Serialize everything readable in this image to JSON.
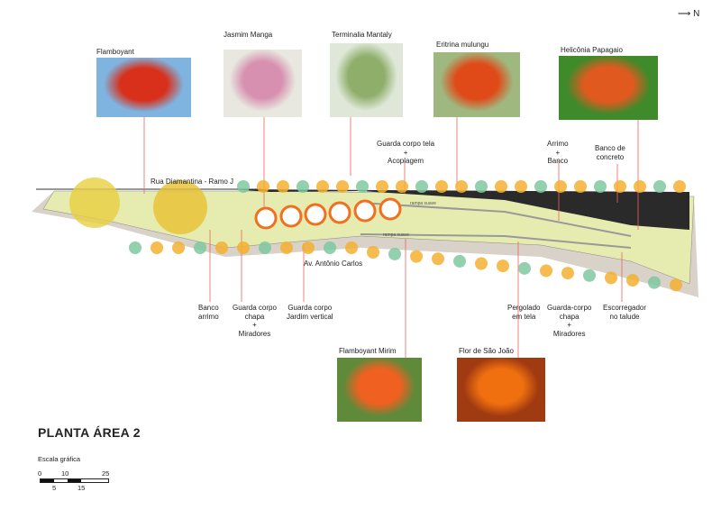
{
  "title": "PLANTA ÁREA 2",
  "north": {
    "label": "N",
    "icon": "north-arrow-icon"
  },
  "scale": {
    "label": "Escala gráfica",
    "ticks_top": [
      "0",
      "10",
      "25"
    ],
    "ticks_bottom": [
      "5",
      "15"
    ]
  },
  "streets": {
    "top": "Rua Diamantina - Ramo J",
    "bottom": "Av. Antônio Carlos"
  },
  "photos": [
    {
      "name": "Flamboyant",
      "color": "#d8301a",
      "bg": "#7fb4e0"
    },
    {
      "name": "Jasmim Manga",
      "color": "#d890b0",
      "bg": "#e8e8e0"
    },
    {
      "name": "Terminalia Mantaly",
      "color": "#8fae6a",
      "bg": "#dfe8d8"
    },
    {
      "name": "Eritrina mulungu",
      "color": "#e04a18",
      "bg": "#9fb880"
    },
    {
      "name": "Helicônia Papagaio",
      "color": "#e05a20",
      "bg": "#3f8a2a"
    },
    {
      "name": "Flamboyant Mirim",
      "color": "#f06020",
      "bg": "#5f8a3a"
    },
    {
      "name": "Flor de São João",
      "color": "#f07010",
      "bg": "#a03a10"
    }
  ],
  "annotations": {
    "guarda_tela": [
      "Guarda corpo tela",
      "+",
      "Acoplagem"
    ],
    "arrimo_banco": [
      "Arrimo",
      "+",
      "Banco"
    ],
    "banco_concreto": [
      "Banco de",
      "concreto"
    ],
    "banco_arrimo": [
      "Banco",
      "arrimo"
    ],
    "guarda_chapa": [
      "Guarda corpo",
      "chapa",
      "+",
      "Miradores"
    ],
    "guarda_jardim": [
      "Guarda corpo",
      "Jardim vertical"
    ],
    "pergolado": [
      "Pergolado",
      "em tela"
    ],
    "guarda_chapa2": [
      "Guarda-corpo",
      "chapa",
      "+",
      "Miradores"
    ],
    "escorregador": [
      "Escorregador",
      "no talude"
    ]
  },
  "path_labels": [
    "rampa suave",
    "rampa suave"
  ]
}
